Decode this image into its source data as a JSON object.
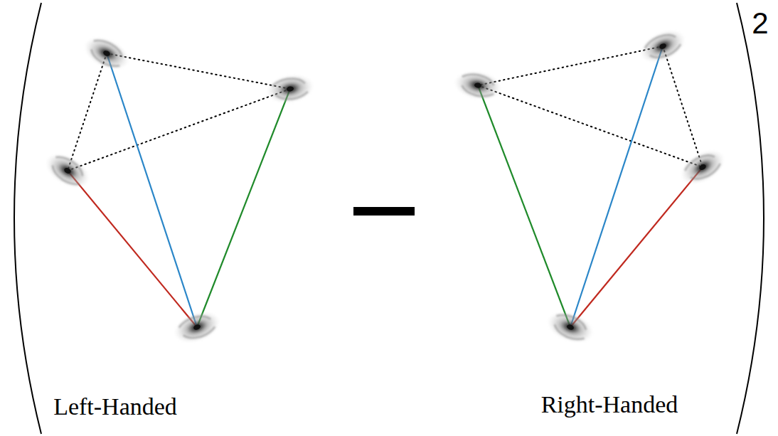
{
  "diagram": {
    "labels": [
      "2",
      "Left-Handed",
      "Right-Handed"
    ]
  }
}
